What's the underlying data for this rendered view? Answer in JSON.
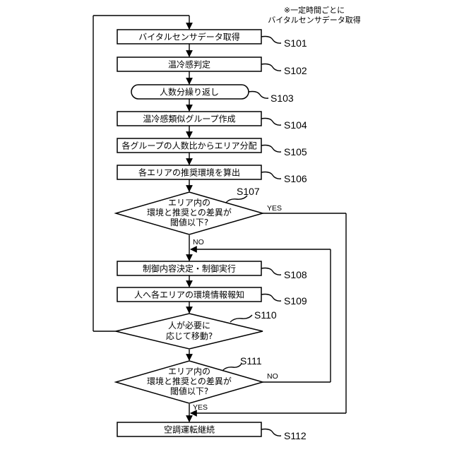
{
  "note": {
    "line1": "※一定時間ごとに",
    "line2": "バイタルセンサデータ取得"
  },
  "steps": {
    "s101": {
      "label": "S101",
      "text": "バイタルセンサデータ取得"
    },
    "s102": {
      "label": "S102",
      "text": "温冷感判定"
    },
    "s103": {
      "label": "S103",
      "text": "人数分繰り返し"
    },
    "s104": {
      "label": "S104",
      "text": "温冷感類似グループ作成"
    },
    "s105": {
      "label": "S105",
      "text": "各グループの人数比からエリア分配"
    },
    "s106": {
      "label": "S106",
      "text": "各エリアの推奨環境を算出"
    },
    "s107": {
      "label": "S107",
      "line1": "エリア内の",
      "line2": "環境と推奨との差異が",
      "line3": "閾値以下?"
    },
    "s108": {
      "label": "S108",
      "text": "制御内容決定・制御実行"
    },
    "s109": {
      "label": "S109",
      "text": "人へ各エリアの環境情報報知"
    },
    "s110": {
      "label": "S110",
      "line1": "人が必要に",
      "line2": "応じて移動?"
    },
    "s111": {
      "label": "S111",
      "line1": "エリア内の",
      "line2": "環境と推奨との差異が",
      "line3": "閾値以下?"
    },
    "s112": {
      "label": "S112",
      "text": "空調運転継続"
    }
  },
  "branches": {
    "s107_yes": "YES",
    "s107_no": "NO",
    "s111_no": "NO",
    "s111_yes": "YES"
  }
}
